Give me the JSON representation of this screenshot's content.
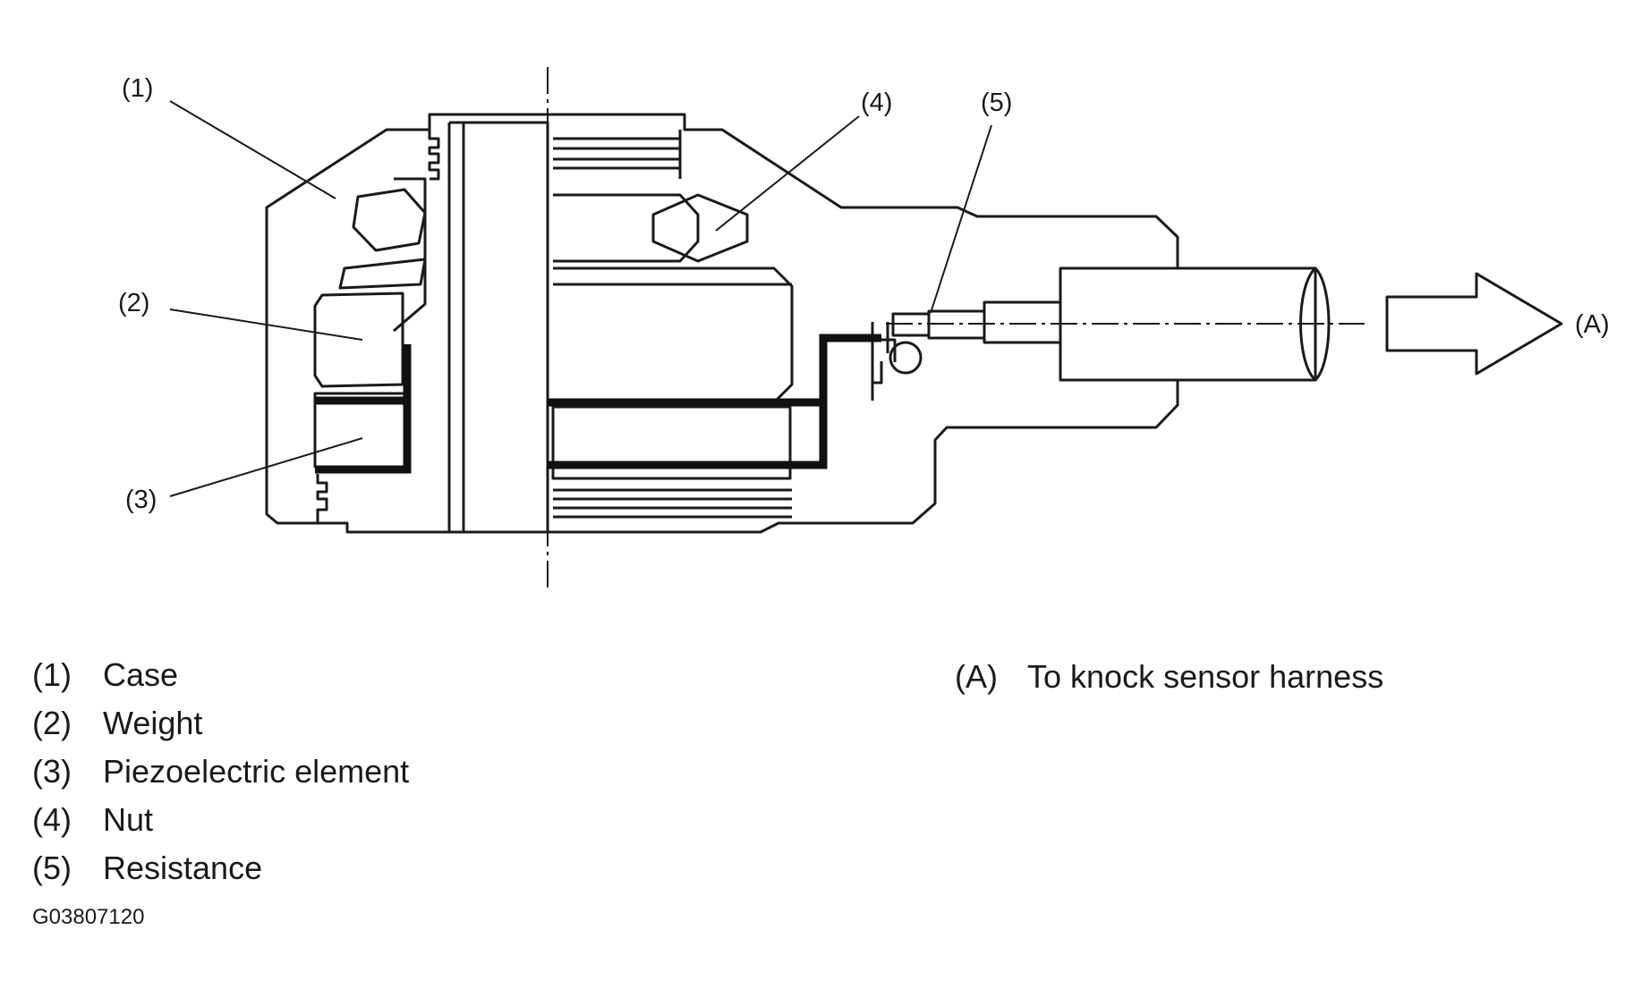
{
  "callouts": {
    "c1": "(1)",
    "c2": "(2)",
    "c3": "(3)",
    "c4": "(4)",
    "c5": "(5)",
    "cA": "(A)"
  },
  "legend": {
    "items": [
      {
        "num": "(1)",
        "label": "Case"
      },
      {
        "num": "(2)",
        "label": "Weight"
      },
      {
        "num": "(3)",
        "label": "Piezoelectric element"
      },
      {
        "num": "(4)",
        "label": "Nut"
      },
      {
        "num": "(5)",
        "label": "Resistance"
      }
    ],
    "extra": {
      "num": "(A)",
      "label": "To knock sensor harness"
    }
  },
  "figure_id": "G03807120",
  "colors": {
    "line": "#1a1a1a",
    "background": "#ffffff"
  }
}
